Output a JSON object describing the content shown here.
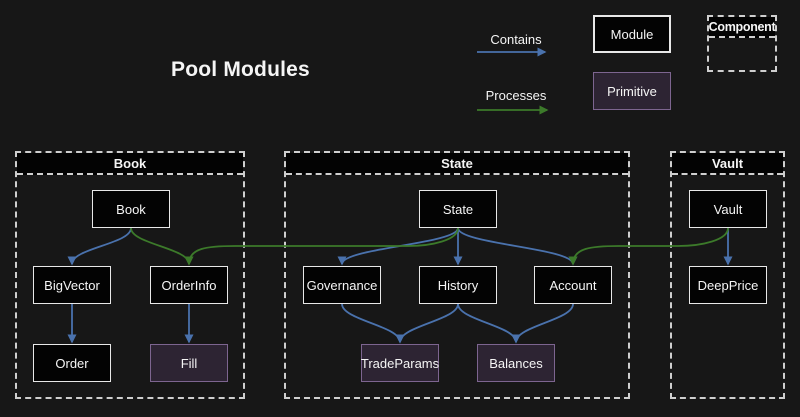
{
  "title": "Pool Modules",
  "legend": {
    "contains_label": "Contains",
    "processes_label": "Processes",
    "module_label": "Module",
    "primitive_label": "Primitive",
    "component_label": "Component"
  },
  "containers": {
    "book": "Book",
    "state": "State",
    "vault": "Vault"
  },
  "nodes": {
    "book": "Book",
    "bigvector": "BigVector",
    "orderinfo": "OrderInfo",
    "order": "Order",
    "fill": "Fill",
    "state": "State",
    "governance": "Governance",
    "history": "History",
    "account": "Account",
    "tradeparams": "TradeParams",
    "balances": "Balances",
    "vault": "Vault",
    "deepprice": "DeepPrice"
  },
  "edges": [
    {
      "from": "book",
      "to": "bigvector",
      "type": "contains",
      "route": "branch"
    },
    {
      "from": "bigvector",
      "to": "order",
      "type": "contains",
      "route": "straight"
    },
    {
      "from": "orderinfo",
      "to": "fill",
      "type": "contains",
      "route": "straight"
    },
    {
      "from": "state",
      "to": "governance",
      "type": "contains",
      "route": "branch"
    },
    {
      "from": "state",
      "to": "history",
      "type": "contains",
      "route": "straight"
    },
    {
      "from": "state",
      "to": "account",
      "type": "contains",
      "route": "branch"
    },
    {
      "from": "governance",
      "to": "tradeparams",
      "type": "contains",
      "route": "branch"
    },
    {
      "from": "history",
      "to": "tradeparams",
      "type": "contains",
      "route": "branch"
    },
    {
      "from": "history",
      "to": "balances",
      "type": "contains",
      "route": "branch"
    },
    {
      "from": "account",
      "to": "balances",
      "type": "contains",
      "route": "branch"
    },
    {
      "from": "vault",
      "to": "deepprice",
      "type": "contains",
      "route": "straight"
    },
    {
      "from": "book",
      "to": "orderinfo",
      "type": "processes",
      "route": "branch"
    },
    {
      "from": "state",
      "to": "orderinfo",
      "type": "processes",
      "route": "bus"
    },
    {
      "from": "vault",
      "to": "account",
      "type": "processes",
      "route": "bus"
    }
  ],
  "colors": {
    "background": "#171717",
    "module_fill": "#030303",
    "module_border": "#e8e8e8",
    "primitive_fill": "#2d2433",
    "primitive_border": "#7d6590",
    "container_border": "#cfcfcf",
    "contains_arrow": "#4a72ad",
    "processes_arrow": "#3c7a2a",
    "text": "#f5f5f5"
  }
}
